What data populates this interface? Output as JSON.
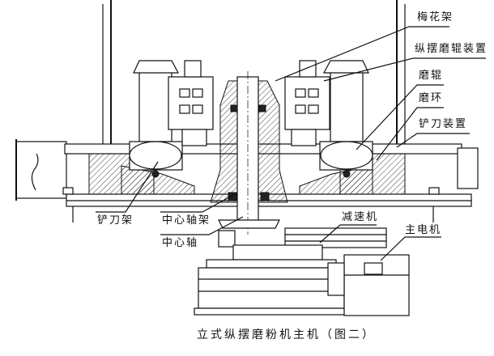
{
  "labels": {
    "plum_frame": "梅花架",
    "swing_roller_device": "纵摆磨辊装置",
    "roller": "磨辊",
    "ring": "磨环",
    "shovel_device": "铲刀装置",
    "shovel_frame": "铲刀架",
    "center_shaft_frame": "中心轴架",
    "center_shaft": "中心轴",
    "reducer": "减速机",
    "main_motor": "主电机"
  },
  "caption": "立式纵摆磨粉机主机（图二）"
}
